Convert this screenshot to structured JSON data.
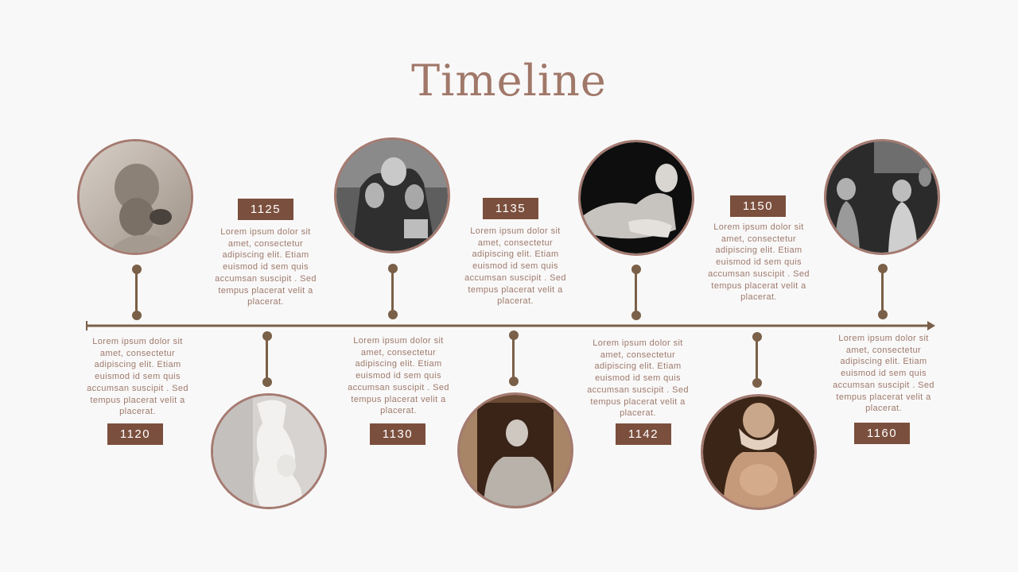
{
  "title": "Timeline",
  "colors": {
    "accent": "#7b4f3d",
    "title": "#a07869",
    "line": "#7a6048",
    "ring": "#a47a70"
  },
  "events": [
    {
      "year": "1120",
      "text": "Lorem ipsum dolor sit amet, consectetur adipiscing elit. Etiam euismod id sem quis accumsan suscipit . Sed tempus placerat velit a placerat.",
      "image": "bearded-statue-head"
    },
    {
      "year": "1125",
      "text": "Lorem ipsum dolor sit amet, consectetur adipiscing elit. Etiam euismod id sem quis accumsan suscipit . Sed tempus placerat velit a placerat.",
      "image": "white-marble-statue"
    },
    {
      "year": "1130",
      "text": "Lorem ipsum dolor sit amet, consectetur adipiscing elit. Etiam euismod id sem quis accumsan suscipit . Sed tempus placerat velit a placerat.",
      "image": "fountain-sculpture-group"
    },
    {
      "year": "1135",
      "text": "Lorem ipsum dolor sit amet, consectetur adipiscing elit. Etiam euismod id sem quis accumsan suscipit . Sed tempus placerat velit a placerat.",
      "image": "seated-warrior-statue"
    },
    {
      "year": "1142",
      "text": "Lorem ipsum dolor sit amet, consectetur adipiscing elit. Etiam euismod id sem quis accumsan suscipit . Sed tempus placerat velit a placerat.",
      "image": "reclining-river-god-statue"
    },
    {
      "year": "1150",
      "text": "Lorem ipsum dolor sit amet, consectetur adipiscing elit. Etiam euismod id sem quis accumsan suscipit . Sed tempus placerat velit a placerat.",
      "image": "bearded-torso-statue"
    },
    {
      "year": "1160",
      "text": "Lorem ipsum dolor sit amet, consectetur adipiscing elit. Etiam euismod id sem quis accumsan suscipit . Sed tempus placerat velit a placerat.",
      "image": "caryatid-column-statues"
    }
  ]
}
